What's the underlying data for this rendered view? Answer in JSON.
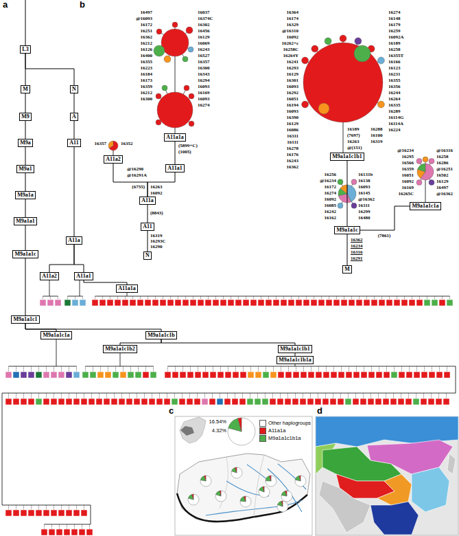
{
  "diagram": {
    "nodes": [
      {
        "text": [
          "L3"
        ]
      },
      {
        "text": [
          "M"
        ]
      },
      {
        "text": [
          "N"
        ]
      },
      {
        "text": [
          "M9"
        ]
      },
      {
        "text": [
          "A"
        ]
      },
      {
        "text": [
          "M9a"
        ]
      },
      {
        "text": [
          "A11"
        ]
      },
      {
        "text": [
          "M9a1"
        ]
      },
      {
        "text": [
          "A11a"
        ]
      },
      {
        "text": [
          "M9a1a"
        ]
      },
      {
        "text": [
          "A11a2"
        ]
      },
      {
        "text": [
          "A11a1"
        ]
      },
      {
        "text": [
          "M9a1a1"
        ]
      },
      {
        "text": [
          "A11a1a"
        ]
      },
      {
        "text": [
          "M9a1a1c"
        ]
      },
      {
        "text": [
          "M9a1a1c1"
        ]
      },
      {
        "text": [
          "M9a1a1c1a"
        ]
      },
      {
        "text": [
          "M9a1a1c1b"
        ]
      },
      {
        "text": [
          "M9a1a1c1b2"
        ]
      },
      {
        "text": [
          "M9a1a1c1b1"
        ]
      },
      {
        "text": [
          "M9a1a1c1b1a"
        ]
      },
      {
        "text": [
          "A11a1a"
        ]
      },
      {
        "text": [
          "A11a1"
        ]
      },
      {
        "text": [
          "A11a2"
        ]
      },
      {
        "text": [
          "A11a"
        ]
      },
      {
        "text": [
          "A11"
        ]
      },
      {
        "text": [
          "N"
        ]
      },
      {
        "text": [
          "M9a1a1c1b1"
        ]
      },
      {
        "text": [
          "M9a1a1c"
        ]
      },
      {
        "text": [
          "M"
        ]
      },
      {
        "text": [
          "M9a1a1c1a"
        ]
      }
    ],
    "edges": [
      {
        "from": 0,
        "to": 1,
        "arrow": "none"
      },
      {
        "from": 0,
        "to": 2,
        "arrow": "none"
      },
      {
        "from": 1,
        "to": 3,
        "arrow": "none"
      },
      {
        "from": 2,
        "to": 4,
        "arrow": "none"
      },
      {
        "from": 3,
        "to": 5,
        "arrow": "none"
      },
      {
        "from": 4,
        "to": 6,
        "arrow": "none"
      },
      {
        "from": 5,
        "to": 7,
        "arrow": "none"
      },
      {
        "from": 6,
        "to": 8,
        "arrow": "none"
      },
      {
        "from": 7,
        "to": 9,
        "arrow": "none"
      },
      {
        "from": 8,
        "to": 10,
        "arrow": "none"
      },
      {
        "from": 8,
        "to": 11,
        "arrow": "none"
      },
      {
        "from": 9,
        "to": 12,
        "arrow": "none"
      },
      {
        "from": 11,
        "to": 13,
        "arrow": "none"
      },
      {
        "from": 12,
        "to": 14,
        "arrow": "none"
      },
      {
        "from": 14,
        "to": 15,
        "arrow": "none"
      },
      {
        "from": 15,
        "to": 16,
        "arrow": "none"
      },
      {
        "from": 15,
        "to": 17,
        "arrow": "none"
      },
      {
        "from": 17,
        "to": 18,
        "arrow": "none"
      },
      {
        "from": 17,
        "to": 19,
        "arrow": "none"
      },
      {
        "from": 19,
        "to": 20,
        "arrow": "none"
      },
      {
        "from": 26,
        "to": 25,
        "arrow": "none"
      },
      {
        "from": 25,
        "to": 24,
        "arrow": "none"
      },
      {
        "from": 24,
        "to": 23,
        "arrow": "none"
      },
      {
        "from": 24,
        "to": 22,
        "arrow": "none"
      },
      {
        "from": 22,
        "to": 21,
        "arrow": "none"
      },
      {
        "from": 29,
        "to": 28,
        "arrow": "none"
      },
      {
        "from": 28,
        "to": 27,
        "arrow": "none"
      },
      {
        "from": 28,
        "to": 30,
        "label": "(7861)",
        "arrow": "none"
      }
    ],
    "labels": [
      "a",
      "b",
      "16497",
      "@16093",
      "16172",
      "16251",
      "16362",
      "16212",
      "16126",
      "16400",
      "16355",
      "16223",
      "16184",
      "16173",
      "16359",
      "16212",
      "16300",
      "16037",
      "16374C",
      "16302",
      "16456",
      "16129",
      "16069",
      "16243",
      "16527",
      "16357",
      "16300",
      "16343",
      "16294",
      "16093",
      "16169",
      "16093",
      "16274",
      "16357",
      "16352",
      "@16290",
      "@16291A",
      "(6755)",
      "16263",
      "16092",
      "(5899+C)",
      "(1005)",
      "(8843)",
      "16319",
      "16293C",
      "16290",
      "16364",
      "16174",
      "16329",
      "@16310",
      "16092",
      "16262+c",
      "16258C",
      "16264Y",
      "16241",
      "16293",
      "16129",
      "16301",
      "16093",
      "16292",
      "16051",
      "16194",
      "16093",
      "16390",
      "16129",
      "16086",
      "16311",
      "16111",
      "16278",
      "16176",
      "16243",
      "16362",
      "16274",
      "16148",
      "16179",
      "16259",
      "16092A",
      "16189",
      "16258",
      "16355T",
      "16166",
      "16123",
      "16231",
      "16355",
      "16356",
      "16244",
      "16264",
      "16335",
      "16289",
      "16114G",
      "16114A",
      "16224",
      "16189",
      "(7697)",
      "16263",
      "@(151)",
      "16288",
      "16100",
      "16319",
      "16256",
      "@16234",
      "16172",
      "16274",
      "16092",
      "16085",
      "16242",
      "16162",
      "16131b",
      "16138",
      "16093",
      "16145",
      "@16362",
      "16311",
      "16299",
      "16480",
      "16362",
      "16234",
      "16316",
      "16291",
      "@16234",
      "16295",
      "16566",
      "16359",
      "16051",
      "16092",
      "16169",
      "16265C",
      "@16316",
      "16258",
      "16286",
      "@16251",
      "16502",
      "16129",
      "16497",
      "@16362",
      "c",
      "16.54%",
      "4.32%",
      "d"
    ],
    "legend": [
      {
        "text": "Other haplogroups",
        "color": "#ffffff"
      },
      {
        "text": "A11a1a",
        "color": "#e31a1c"
      },
      {
        "text": "M9a1a1c1b1a",
        "color": "#4daf4a"
      }
    ]
  }
}
